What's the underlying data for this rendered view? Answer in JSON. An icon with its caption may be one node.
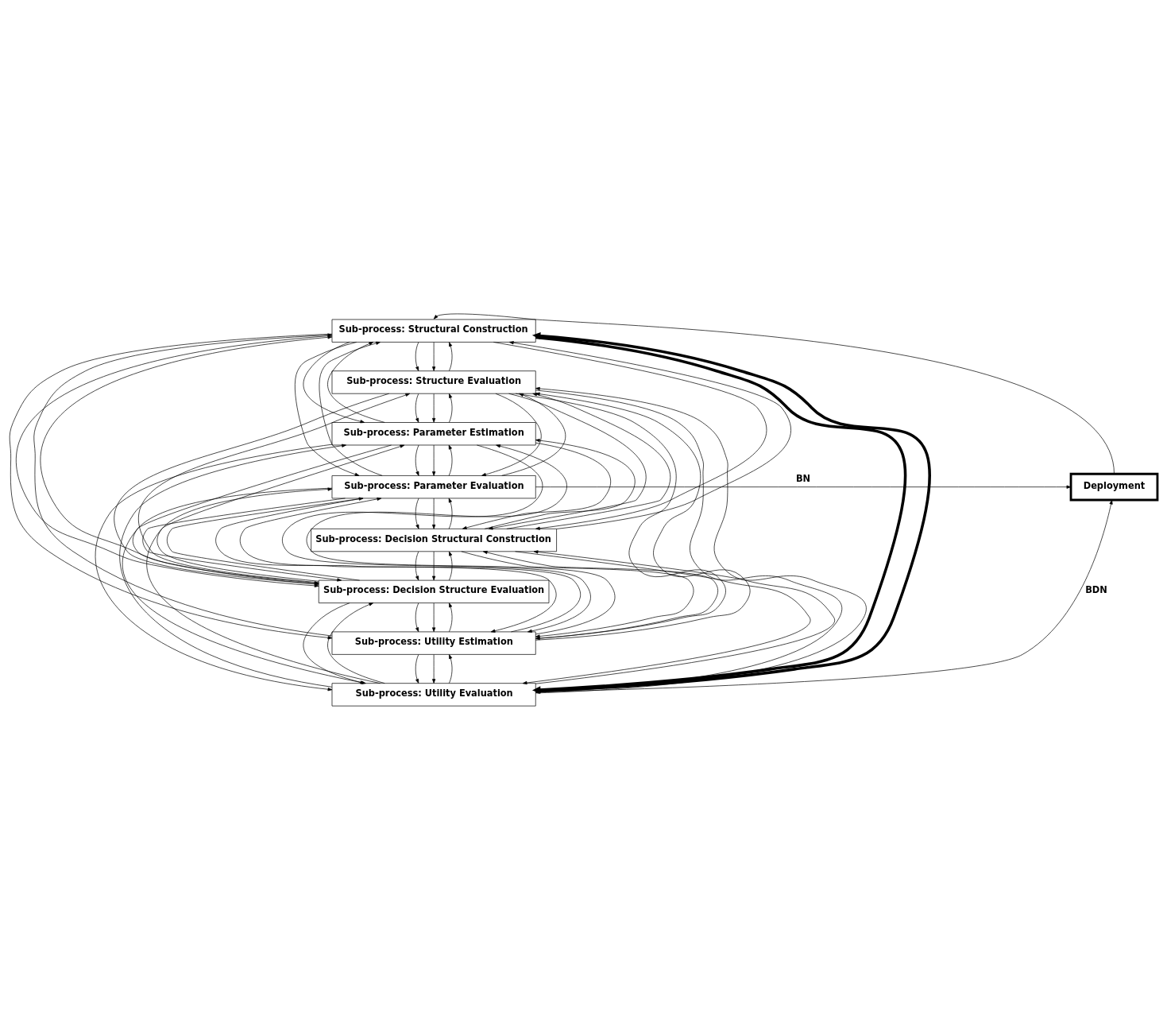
{
  "diagram": {
    "nodes": [
      {
        "text": [
          "Sub-process: Structural Construction"
        ]
      },
      {
        "text": [
          "Sub-process: Structure Evaluation"
        ]
      },
      {
        "text": [
          "Sub-process: Parameter Estimation"
        ]
      },
      {
        "text": [
          "Sub-process: Parameter Evaluation"
        ]
      },
      {
        "text": [
          "Sub-process: Decision Structural Construction"
        ]
      },
      {
        "text": [
          "Sub-process: Decision Structure Evaluation"
        ]
      },
      {
        "text": [
          "Sub-process: Utility Estimation"
        ]
      },
      {
        "text": [
          "Sub-process: Utility Evaluation"
        ]
      },
      {
        "text": [
          "Deployment"
        ]
      }
    ],
    "edges": [
      {
        "from": 0,
        "to": 1,
        "arrow": "to"
      },
      {
        "from": 1,
        "to": 2,
        "arrow": "to"
      },
      {
        "from": 2,
        "to": 3,
        "arrow": "to"
      },
      {
        "from": 3,
        "to": 4,
        "arrow": "to"
      },
      {
        "from": 4,
        "to": 5,
        "arrow": "to"
      },
      {
        "from": 5,
        "to": 6,
        "arrow": "to"
      },
      {
        "from": 6,
        "to": 7,
        "arrow": "to"
      },
      {
        "from": 0,
        "to": 1,
        "arrow": "to"
      },
      {
        "from": 0,
        "to": 2,
        "arrow": "to"
      },
      {
        "from": 0,
        "to": 3,
        "arrow": "to"
      },
      {
        "from": 0,
        "to": 4,
        "arrow": "to"
      },
      {
        "from": 0,
        "to": 5,
        "arrow": "to"
      },
      {
        "from": 0,
        "to": 6,
        "arrow": "to"
      },
      {
        "from": 0,
        "to": 7,
        "arrow": "to",
        "style": "thick"
      },
      {
        "from": 1,
        "to": 2,
        "arrow": "to"
      },
      {
        "from": 1,
        "to": 3,
        "arrow": "to"
      },
      {
        "from": 1,
        "to": 4,
        "arrow": "to"
      },
      {
        "from": 1,
        "to": 5,
        "arrow": "to"
      },
      {
        "from": 1,
        "to": 6,
        "arrow": "to"
      },
      {
        "from": 1,
        "to": 7,
        "arrow": "to"
      },
      {
        "from": 2,
        "to": 3,
        "arrow": "to"
      },
      {
        "from": 2,
        "to": 4,
        "arrow": "to"
      },
      {
        "from": 2,
        "to": 5,
        "arrow": "to"
      },
      {
        "from": 2,
        "to": 6,
        "arrow": "to"
      },
      {
        "from": 2,
        "to": 7,
        "arrow": "to"
      },
      {
        "from": 3,
        "to": 4,
        "arrow": "to"
      },
      {
        "from": 3,
        "to": 5,
        "arrow": "to"
      },
      {
        "from": 3,
        "to": 6,
        "arrow": "to"
      },
      {
        "from": 3,
        "to": 7,
        "arrow": "to"
      },
      {
        "from": 4,
        "to": 5,
        "arrow": "to"
      },
      {
        "from": 4,
        "to": 6,
        "arrow": "to"
      },
      {
        "from": 4,
        "to": 7,
        "arrow": "to"
      },
      {
        "from": 5,
        "to": 6,
        "arrow": "to"
      },
      {
        "from": 5,
        "to": 7,
        "arrow": "to"
      },
      {
        "from": 6,
        "to": 7,
        "arrow": "to"
      },
      {
        "from": 1,
        "to": 0,
        "arrow": "to"
      },
      {
        "from": 2,
        "to": 0,
        "arrow": "to"
      },
      {
        "from": 2,
        "to": 1,
        "arrow": "to"
      },
      {
        "from": 3,
        "to": 0,
        "arrow": "to"
      },
      {
        "from": 3,
        "to": 1,
        "arrow": "to"
      },
      {
        "from": 3,
        "to": 2,
        "arrow": "to"
      },
      {
        "from": 4,
        "to": 0,
        "arrow": "to"
      },
      {
        "from": 4,
        "to": 1,
        "arrow": "to"
      },
      {
        "from": 4,
        "to": 2,
        "arrow": "to"
      },
      {
        "from": 4,
        "to": 3,
        "arrow": "to"
      },
      {
        "from": 5,
        "to": 0,
        "arrow": "to"
      },
      {
        "from": 5,
        "to": 1,
        "arrow": "to"
      },
      {
        "from": 5,
        "to": 2,
        "arrow": "to"
      },
      {
        "from": 5,
        "to": 3,
        "arrow": "to"
      },
      {
        "from": 5,
        "to": 4,
        "arrow": "to"
      },
      {
        "from": 6,
        "to": 0,
        "arrow": "to"
      },
      {
        "from": 6,
        "to": 1,
        "arrow": "to"
      },
      {
        "from": 6,
        "to": 2,
        "arrow": "to"
      },
      {
        "from": 6,
        "to": 3,
        "arrow": "to"
      },
      {
        "from": 6,
        "to": 4,
        "arrow": "to"
      },
      {
        "from": 6,
        "to": 5,
        "arrow": "to"
      },
      {
        "from": 7,
        "to": 0,
        "arrow": "to",
        "style": "thick"
      },
      {
        "from": 7,
        "to": 1,
        "arrow": "to"
      },
      {
        "from": 7,
        "to": 2,
        "arrow": "to"
      },
      {
        "from": 7,
        "to": 3,
        "arrow": "to"
      },
      {
        "from": 7,
        "to": 4,
        "arrow": "to"
      },
      {
        "from": 7,
        "to": 5,
        "arrow": "to"
      },
      {
        "from": 7,
        "to": 6,
        "arrow": "to"
      },
      {
        "from": 3,
        "to": 8,
        "arrow": "to",
        "label": "BN"
      },
      {
        "from": 7,
        "to": 8,
        "arrow": "to",
        "label": "BDN"
      },
      {
        "from": 8,
        "to": 0,
        "arrow": "to"
      }
    ]
  }
}
